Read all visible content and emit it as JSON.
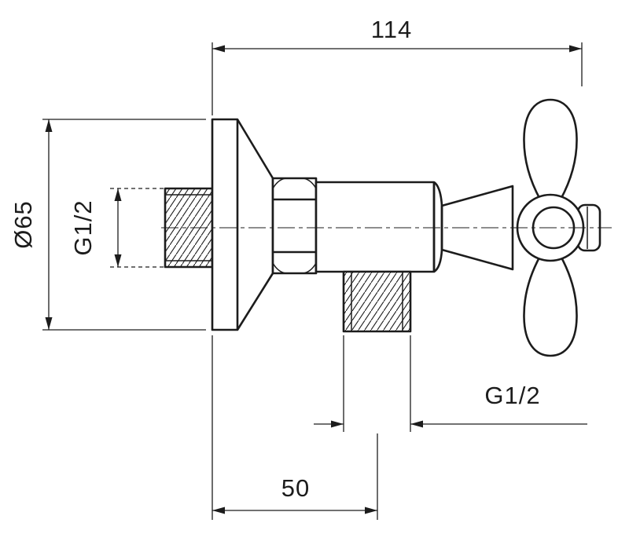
{
  "drawing": {
    "description": "Technical dimension drawing of a wall-mounted angle valve with cross handle",
    "colors": {
      "background": "#ffffff",
      "line": "#1c1c1c"
    },
    "labels": {
      "overall_length": "114",
      "flange_diameter": "Ø65",
      "inlet_thread": "G1/2",
      "outlet_thread": "G1/2",
      "outlet_offset": "50"
    }
  }
}
